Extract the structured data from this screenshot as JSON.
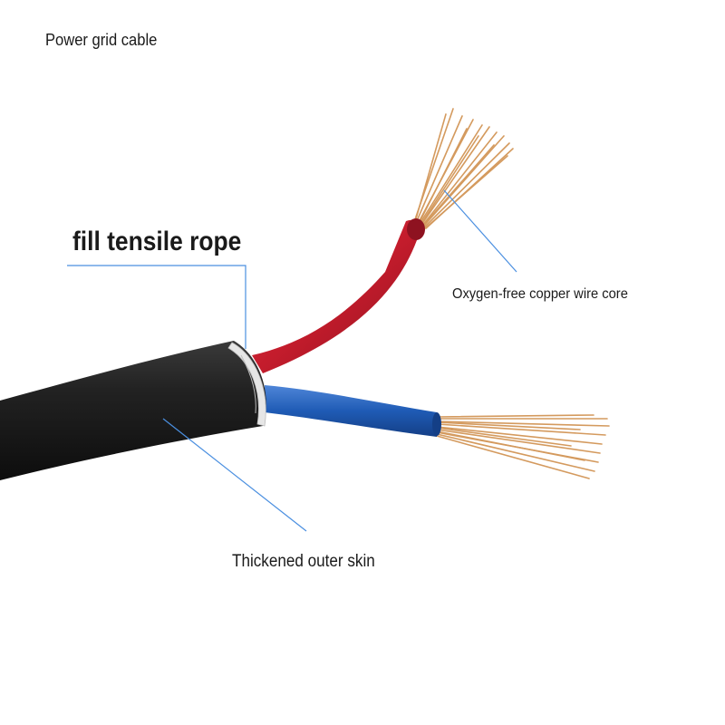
{
  "title": "Power grid cable",
  "labels": {
    "fill_rope": "fill tensile rope",
    "copper_core": "Oxygen-free copper wire core",
    "outer_skin": "Thickened outer skin"
  },
  "colors": {
    "sheath": "#1b1b1b",
    "red_insulation": "#c8202f",
    "blue_insulation": "#1f5bb5",
    "copper": "#d49a5e",
    "leader_line": "#4a8fe0"
  }
}
